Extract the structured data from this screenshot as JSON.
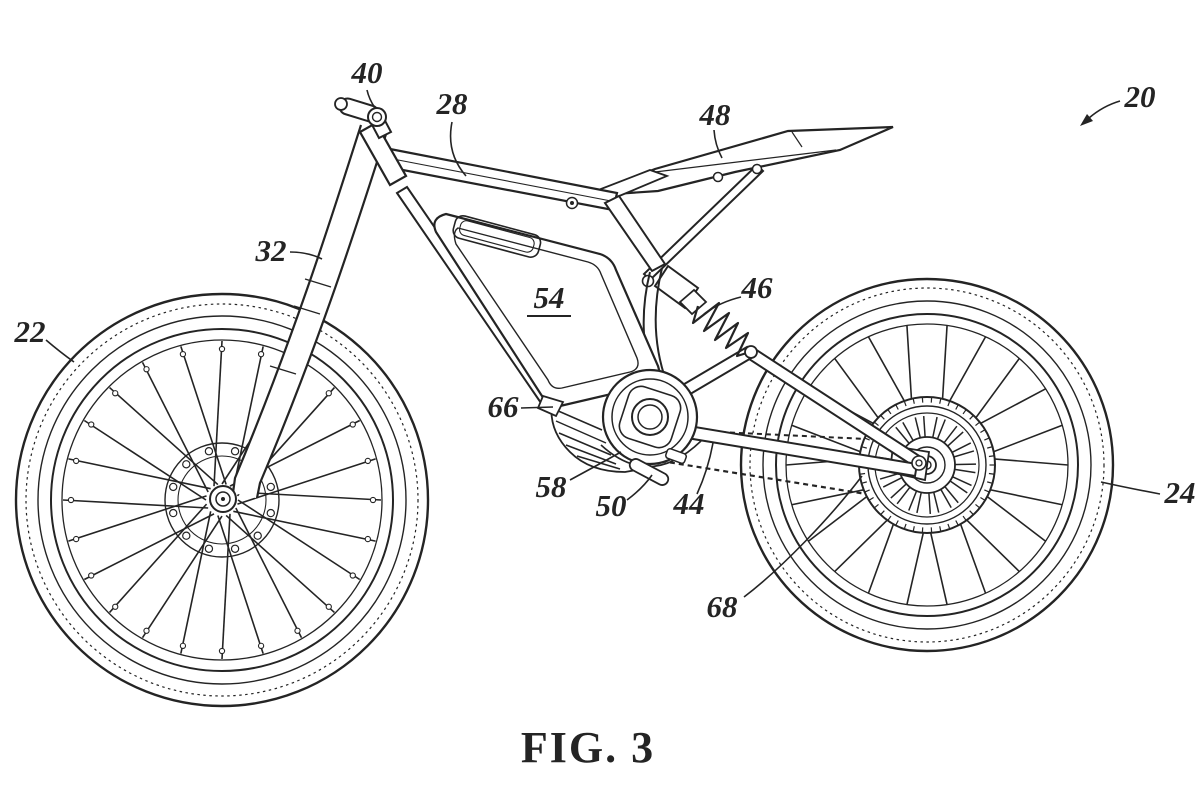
{
  "figure": {
    "caption": "FIG. 3",
    "ink_color": "#242424",
    "background_color": "#ffffff",
    "reference_labels": [
      {
        "ref": "20"
      },
      {
        "ref": "22"
      },
      {
        "ref": "24"
      },
      {
        "ref": "28"
      },
      {
        "ref": "32"
      },
      {
        "ref": "40"
      },
      {
        "ref": "44"
      },
      {
        "ref": "46"
      },
      {
        "ref": "48"
      },
      {
        "ref": "50"
      },
      {
        "ref": "54"
      },
      {
        "ref": "58"
      },
      {
        "ref": "66"
      },
      {
        "ref": "68"
      }
    ]
  }
}
